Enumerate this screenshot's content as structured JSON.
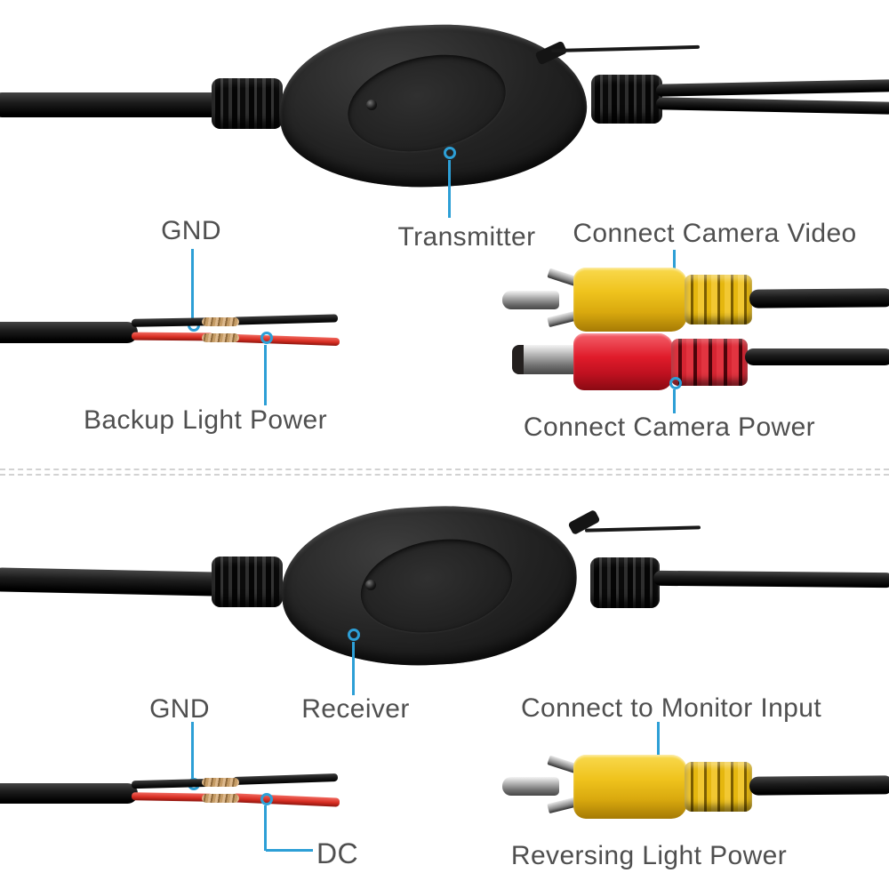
{
  "diagram": {
    "title_hint": "Wireless backup camera transmitter and receiver wiring diagram",
    "accent_color": "#2d9fd6",
    "text_color": "#4f4f4f",
    "connector_colors": {
      "video_rca": "#efc31d",
      "camera_power_plug": "#e01b2a",
      "power_wire": "#d92f24",
      "ground_wire": "#141414"
    },
    "top": {
      "device": "Transmitter",
      "labels": {
        "gnd": "GND",
        "device": "Transmitter",
        "video": "Connect Camera Video",
        "backup": "Backup Light Power",
        "power": "Connect Camera Power"
      }
    },
    "bottom": {
      "device": "Receiver",
      "labels": {
        "gnd": "GND",
        "device": "Receiver",
        "monitor": "Connect to Monitor Input",
        "dc": "DC",
        "reversing": "Reversing Light Power"
      }
    }
  }
}
